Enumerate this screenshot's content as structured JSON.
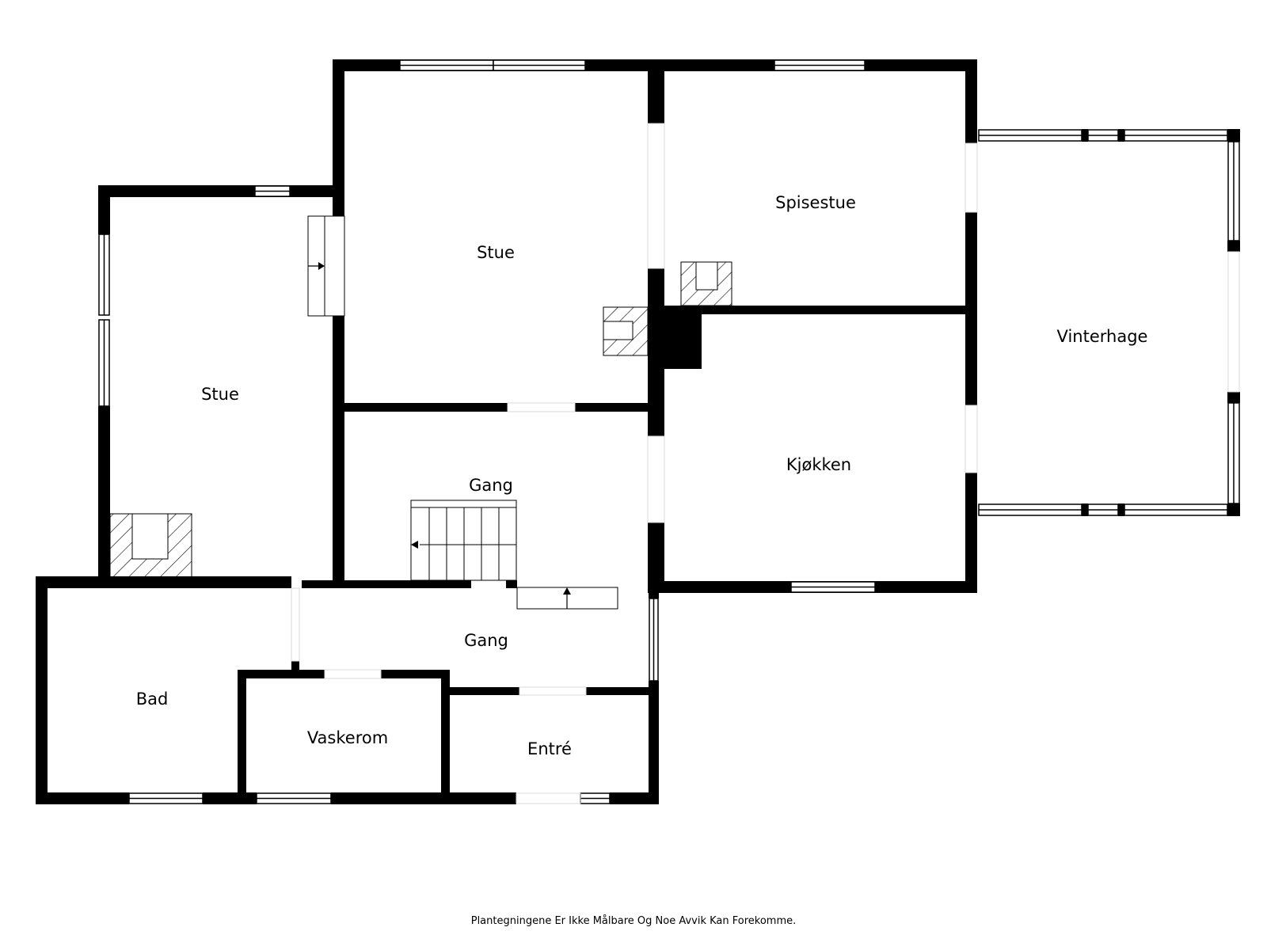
{
  "rooms": {
    "stue_left": "Stue",
    "stue_main": "Stue",
    "spisestue": "Spisestue",
    "vinterhage": "Vinterhage",
    "gang_upper": "Gang",
    "kjokken": "Kjøkken",
    "gang_lower": "Gang",
    "bad": "Bad",
    "vaskerom": "Vaskerom",
    "entre": "Entré"
  },
  "footer": {
    "disclaimer": "Plantegningene Er Ikke Målbare Og Noe Avvik Kan Forekomme."
  },
  "colors": {
    "wall": "#000000",
    "background": "#ffffff",
    "window_frame": "#000000"
  }
}
